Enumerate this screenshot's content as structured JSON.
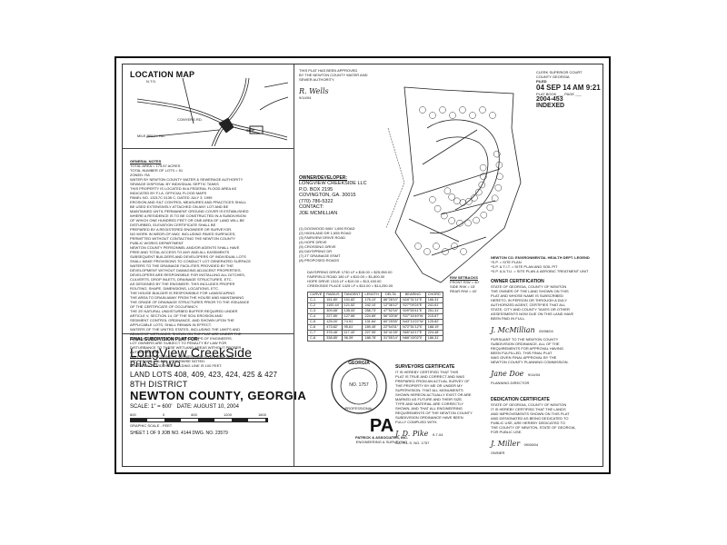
{
  "location_map": {
    "title": "LOCATION MAP",
    "scale_note": "N.T.S.",
    "roads": [
      "CONYERS RD.",
      "MILE BRCH. RD.",
      "SITE"
    ]
  },
  "general_notes": {
    "heading": "GENERAL NOTES",
    "lines": [
      "TOTAL AREA = 175.57 ACRES",
      "TOTAL NUMBER OF LOTS = 51",
      "ZONED: RA",
      "WATER BY NEWTON COUNTY WATER & SEWERAGE AUTHORITY",
      "SEWAGE DISPOSAL BY INDIVIDUAL SEPTIC TANKS",
      "THIS PROPERTY IS LOCATED IN A FEDERAL FLOOD AREA AS",
      "INDICATED BY F.I.A. OFFICIAL FLOOD MAPS",
      "PANEL NO. 13217C 0135 C, DATED JULY 3, 1995",
      "EROSION AND SILT CONTROL MEASURES AND PRACTICES SHALL",
      "BE USED EXTENSIVELY ATTACHED ON ANY LOT AND BE",
      "MAINTAINED UNTIL PERMANENT GROUND COVER IS ESTABLISHED",
      "WHERE A RESIDENCE IS TO BE CONSTRUCTED IN A SUBDIVISION",
      "OF WHICH ONE HUNDRED FEET OR ONE AREA OF LAND WILL BE",
      "DISTURBED, ELEVATION CERTIFICATE SHALL BE",
      "PREPARED BY A REGISTERED ENGINEER OR SURVEYOR.",
      "NO WORK IN WEDR-OF-WAY, INCLUDING PAVED SURFACES,",
      "PERMITTED WITHOUT CONTACTING THE NEWTON COUNTY",
      "PUBLIC WORKS DEPARTMENT",
      "NEWTON COUNTY PERSONNEL AND/OR AGENTS SHALL HAVE",
      "FREE AND TOTAL ACCESS TO ANY AND ALL EASEMENTS",
      "SUBSEQUENT BUILDERS AND DEVELOPERS OF INDIVIDUAL LOTS",
      "SHALL MAKE PROVISIONS TO CONDUCT LOT GENERATED SURFACE",
      "WATERS TO THE DRAINAGE FACILITIES PROVIDED BY THE",
      "DEVELOPMENT WITHOUT DAMAGING ADJACENT PROPERTIES.",
      "DEVELOPERS ARE RESPONSIBLE FOR INSTALLING ALL DITCHES,",
      "CULVERTS, DROP INLETS, DRAINAGE STRUCTURES, ETC.",
      "AS DESIGNED BY THE ENGINEER. THIS INCLUDES PROPER",
      "ROUTING, SHAPE, DIMENSIONS, LOCATIONS, ETC.",
      "THE HOUSE BUILDER IS RESPONSIBLE FOR LANDSCAPING",
      "THE AREA TO DRAIN AWAY FROM THE HOUSE AND MAINTAINING",
      "THE GRADE OF DRAINAGE STRUCTURES PRIOR TO THE ISSUANCE",
      "OF THE CERTIFICATE OF OCCUPANCY.",
      "THE 25' NATURAL UNDISTURBED BUFFER REQUIRED UNDER",
      "ARTICLE V, SECTION 14, OF THE SOIL EROSION AND",
      "SEDIMENT CONTROL ORDINANCE, AND SHOWN UPON THE",
      "APPLICABLE LOTS, SHALL REMAIN IN EFFECT.",
      "WATERS OF THE UNITED STATES, INCLUDING THE LIMITS AND",
      "ADJACENT WETLANDS, SHOWN ON THE PLAT ARE UNDER THE",
      "JURISDICTION OF THE U.S. ARMY CORPS OF ENGINEERS.",
      "LOT OWNERS ARE SUBJECT TO PENALTY BY LAW FOR",
      "DISTURBANCE TO THESE WETLAND AREAS WITHOUT PROPER",
      "AUTHORIZATION.",
      "ALL PROPERTY CORNERS, WITNESS AND OVERHEAD, ARE",
      "1/2\" REBARS UNLESS OTHERWISE NOTED.",
      "MINIMUM LOT WIDTH AT BUILDING LINE IS 100 FEET."
    ]
  },
  "title_block": {
    "final_label": "FINAL SUBDIVISION PLAT FOR:",
    "subdivision_name": "LongView CreekSide",
    "phase": "PHASE TWO",
    "land_lots": "LAND LOTS 408, 409, 423, 424, 425 & 427",
    "district": "8TH DISTRICT",
    "county": "NEWTON COUNTY, GEORGIA",
    "scale": "SCALE: 1\" = 600'",
    "date": "DATE: AUGUST 10, 2004",
    "scale_ticks": [
      "600",
      "0",
      "600",
      "1200",
      "1800"
    ],
    "graphic_scale": "GRAPHIC SCALE - FEET",
    "sheet_info": "SHEET 1 OF 9   JOB NO. 4144   DWG. NO. 23579"
  },
  "seal": {
    "top": "GEORGIA",
    "number": "NO. 1757",
    "bottom": "PROFESSIONAL"
  },
  "firm": {
    "logo": "PA",
    "name": "PATRICK & ASSOCIATES, INC.",
    "service": "ENGINEERING & SURVEYING"
  },
  "recording_stamp": {
    "line1": "CLERK SUPERIOR COURT",
    "line2": "COUNTY GEORGIA",
    "filed": "FILED",
    "time": "04 SEP 14 AM 9:21",
    "book": "PLAT BOOK ___ PAGE ___",
    "plat_ref": "2004-453",
    "indexed": "INDEXED"
  },
  "owner_block": {
    "heading": "OWNER/DEVELOPER:",
    "lines": [
      "LONGVIEW CREEKSIDE LLC",
      "P.O. BOX 2195",
      "COVINGTON, GA. 30015",
      "(770) 786-5322",
      "CONTACT:",
      "JOE MCMILLIAN"
    ]
  },
  "approval_note": {
    "lines": [
      "THIS PLAT HAS BEEN APPROVED",
      "BY THE NEWTON COUNTY WATER AND",
      "SEWER AUTHORITY."
    ],
    "signature": "R. Wells",
    "date": "9/14/04"
  },
  "curve_table": {
    "headers": [
      "CURVE",
      "RADIUS",
      "TANGENT",
      "LENGTH",
      "DELTA",
      "BEARING",
      "CHORD"
    ],
    "rows": [
      [
        "C-1",
        "151.80'",
        "101.82'",
        "176.10'",
        "66°28'10\"",
        "N16°31'11\"E",
        "166.31'"
      ],
      [
        "C-2",
        "1100.44'",
        "121.52'",
        "242.10'",
        "12°36'12\"",
        "S27°09'24\"E",
        "241.61'"
      ],
      [
        "C-3",
        "309.68'",
        "135.00'",
        "258.73'",
        "47°52'16\"",
        "S09°55'41\"E",
        "251.31'"
      ],
      [
        "C-4",
        "227.85'",
        "127.86'",
        "224.89'",
        "56°33'08\"",
        "S37°16'49\"W",
        "215.87'"
      ],
      [
        "C-5",
        "125.00'",
        "74.91'",
        "131.84'",
        "60°25'55\"",
        "N43°10'22\"W",
        "125.82'"
      ],
      [
        "C-6",
        "473.82'",
        "95.61'",
        "189.45'",
        "22°54'31\"",
        "N72°51'12\"E",
        "188.19'"
      ],
      [
        "C-7",
        "376.48'",
        "117.40'",
        "227.95'",
        "34°41'28\"",
        "S65°16'17\"E",
        "224.48'"
      ],
      [
        "C-8",
        "338.85'",
        "96.39'",
        "188.78'",
        "31°55'14\"",
        "N66°43'02\"E",
        "186.31'"
      ]
    ]
  },
  "surveyor_cert": {
    "heading": "SURVEYORS CERTIFICATE",
    "lines": [
      "IT IS HEREBY CERTIFIED THAT THIS",
      "PLAT IS TRUE AND CORRECT AND WAS",
      "PREPARED FROM AN ACTUAL SURVEY OF",
      "THE PROPERTY BY ME OR UNDER MY",
      "SUPERVISION; THAT ALL MONUMENTS",
      "SHOWN HEREON ACTUALLY EXIST OR ARE",
      "MARKED AS FUTURE AND THEIR SIZE,",
      "TYPE AND MATERIAL ARE CORRECTLY",
      "SHOWN, AND THAT ALL ENGINEERING",
      "REQUIREMENTS OF THE NEWTON COUNTY",
      "SUBDIVISION ORDINANCE HAVE BEEN",
      "FULLY COMPLIED WITH."
    ],
    "signature": "J. D. Pike",
    "date": "9-7-04",
    "reg": "GA. R.L.S. NO. 1757"
  },
  "health_dept": {
    "heading": "NEWTON CO. ENVIRONMENTAL HEALTH DEPT. LEGEND",
    "lines": [
      "*S.P. = SITE PLAN",
      "*S.P. & T.I.T. = SITE PLAN AND SOIL PIT",
      "*S.P. & A.T.U. = SITE PLAN & AEROBIC TREATMENT UNIT"
    ]
  },
  "owner_cert": {
    "heading": "OWNER CERTIFICATION",
    "lines": [
      "STATE OF GEORGIA, COUNTY OF NEWTON",
      "THE OWNER OF THE LAND SHOWN ON THIS",
      "PLAT AND WHOSE NAME IS SUBSCRIBED",
      "HERETO, IN PERSON OR THROUGH A DULY",
      "AUTHORIZED AGENT, CERTIFIES THAT ALL",
      "STATE, CITY AND COUNTY TAXES OR OTHER",
      "ASSESSMENTS NOW DUE ON THIS LAND HAVE",
      "BEEN PAID IN FULL."
    ],
    "signature": "J. McMillian",
    "date": "09/08/04"
  },
  "planning_cert": {
    "lines": [
      "PURSUANT TO THE NEWTON COUNTY",
      "SUBDIVISION ORDINANCE, ALL OF THE",
      "REQUIREMENTS FOR APPROVAL HAVING",
      "BEEN FULFILLED, THIS FINAL PLAT",
      "WAS GIVEN FINAL APPROVAL BY THE",
      "NEWTON COUNTY PLANNING COMMISSION."
    ],
    "signature": "Jane Doe",
    "date": "9/14/04",
    "label": "PLANNING DIRECTOR"
  },
  "dedication_cert": {
    "heading": "DEDICATION CERTIFICATE",
    "lines": [
      "STATE OF GEORGIA, COUNTY OF NEWTON",
      "IT IS HEREBY CERTIFIED THAT THE LANDS",
      "AND IMPROVEMENTS SHOWN ON THIS PLAT",
      "AND DESIGNATED AS BEING DEDICATED TO",
      "PUBLIC USE, ARE HEREBY DEDICATED TO",
      "THE COUNTY OF NEWTON, STATE OF GEORGIA,",
      "FOR PUBLIC USE."
    ],
    "signature": "J. Miller",
    "date": "09/08/04",
    "label": "OWNER"
  },
  "road_table": {
    "rows": [
      "DAYSPRING DRIVE 1730 LF x $15.00 = $25,950.00",
      "FAIRFIELD ROAD 180 LF x $10.00 = $1,800.00",
      "HOPE DRIVE 1315 LF x $10.00 = $13,150.00",
      "CREEKSIDE PLACE 1425 LF x $10.00 = $14,250.00"
    ]
  },
  "rw_setbacks": {
    "heading": "R/W SETBACKS",
    "lines": [
      "FRONT R/W = 40'",
      "SIDE R/W = 15'",
      "REAR R/W = 40'"
    ]
  },
  "road_legend": {
    "lines": [
      "(1) DOGWOOD WAY 1,650 ROAD",
      "(2) HIGHLAND DR 1,655 ROAD",
      "(3) FAIRVIEW DRIVE ROAD",
      "(4) HOPE DRIVE",
      "(5) CROSSING DRIVE",
      "(6) DAYSPRING DR",
      "(7) 27' DRAINAGE ESMT",
      "(8) PROPOSED ROADS"
    ]
  }
}
